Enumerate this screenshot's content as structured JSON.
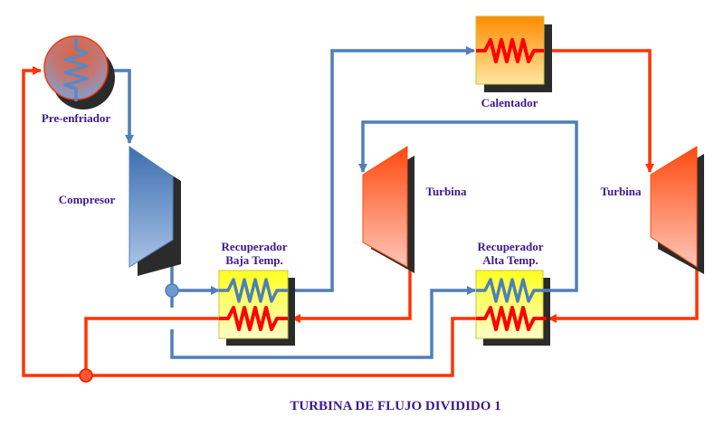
{
  "title": "TURBINA DE FLUJO DIVIDIDO 1",
  "colors": {
    "cold_line": "#4f7fb8",
    "hot_line": "#ff3300",
    "coil_hot": "#ff0000",
    "label": "#3a1a8c",
    "shadow": "#2b2b2b",
    "recuperator_fill": "#ffff40"
  },
  "components": {
    "precooler": {
      "label": "Pre-enfriador"
    },
    "compressor": {
      "label": "Compresor"
    },
    "heater": {
      "label": "Calentador"
    },
    "turbine_low": {
      "label": "Turbina"
    },
    "turbine_high": {
      "label": "Turbina"
    },
    "recuperator_low": {
      "label_line1": "Recuperador",
      "label_line2": "Baja Temp."
    },
    "recuperator_high": {
      "label_line1": "Recuperador",
      "label_line2": "Alta Temp."
    }
  }
}
